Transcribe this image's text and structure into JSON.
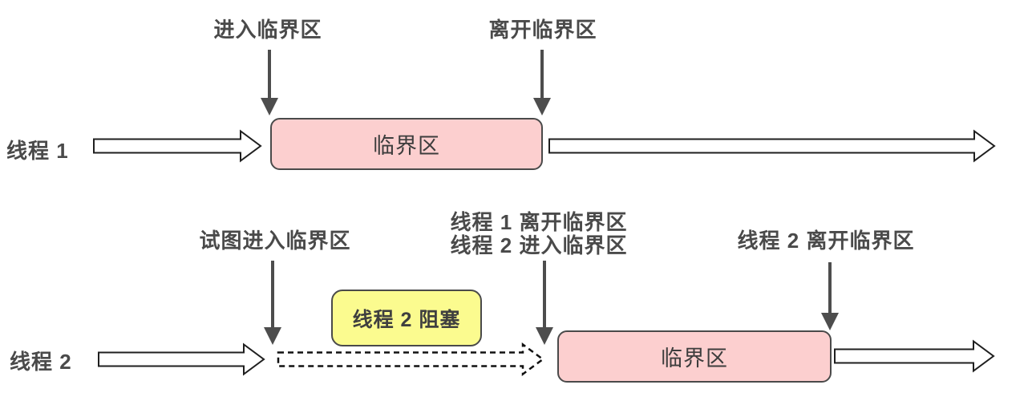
{
  "diagram": {
    "title": "critical-section-mutual-exclusion-timing-diagram",
    "colors": {
      "critical_section_fill": "#fccfcf",
      "blocked_fill": "#fbfb8f",
      "box_border": "#4a4a4a",
      "label_text": "#4a4a4a",
      "arrow_outline": "#1f1f1f",
      "pointer_arrow": "#4d4d4d",
      "background": "#ffffff"
    },
    "thread1": {
      "label": "线程 1",
      "enter_label": "进入临界区",
      "leave_label": "离开临界区",
      "critical_section_label": "临界区"
    },
    "thread2": {
      "label": "线程 2",
      "try_enter_label": "试图进入临界区",
      "handoff_line1": "线程 1 离开临界区",
      "handoff_line2": "线程 2 进入临界区",
      "leave_label": "线程 2 离开临界区",
      "blocked_label": "线程 2 阻塞",
      "critical_section_label": "临界区"
    }
  }
}
